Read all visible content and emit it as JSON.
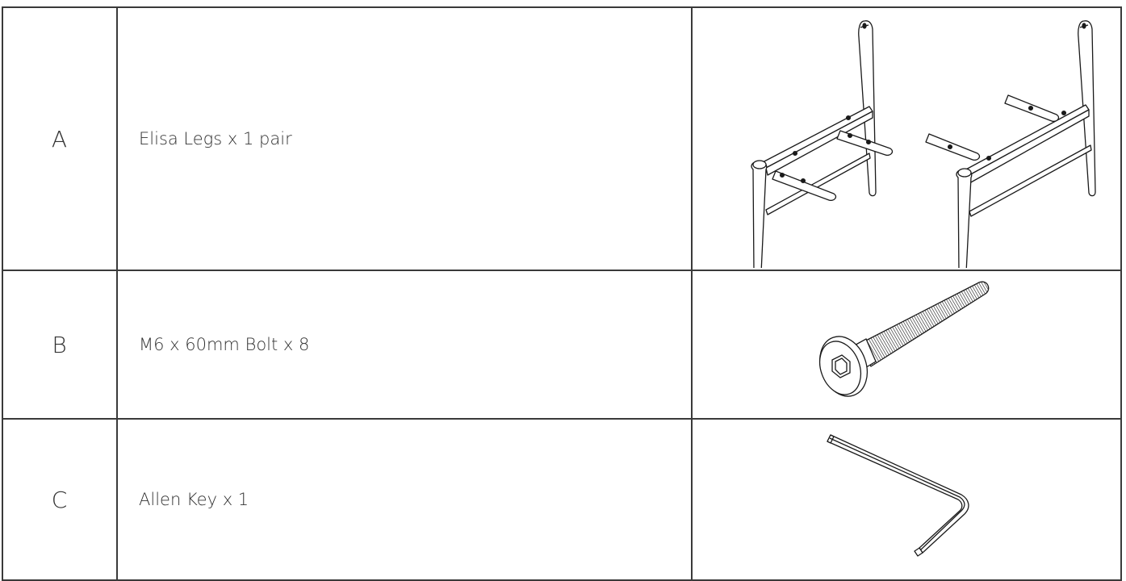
{
  "parts": [
    {
      "letter": "A",
      "description": "Elisa Legs x 1 pair",
      "icon": "chair-legs-pair-icon"
    },
    {
      "letter": "B",
      "description": "M6 x 60mm Bolt x 8",
      "icon": "hex-socket-bolt-icon"
    },
    {
      "letter": "C",
      "description": "Allen Key x 1",
      "icon": "allen-key-icon"
    }
  ]
}
